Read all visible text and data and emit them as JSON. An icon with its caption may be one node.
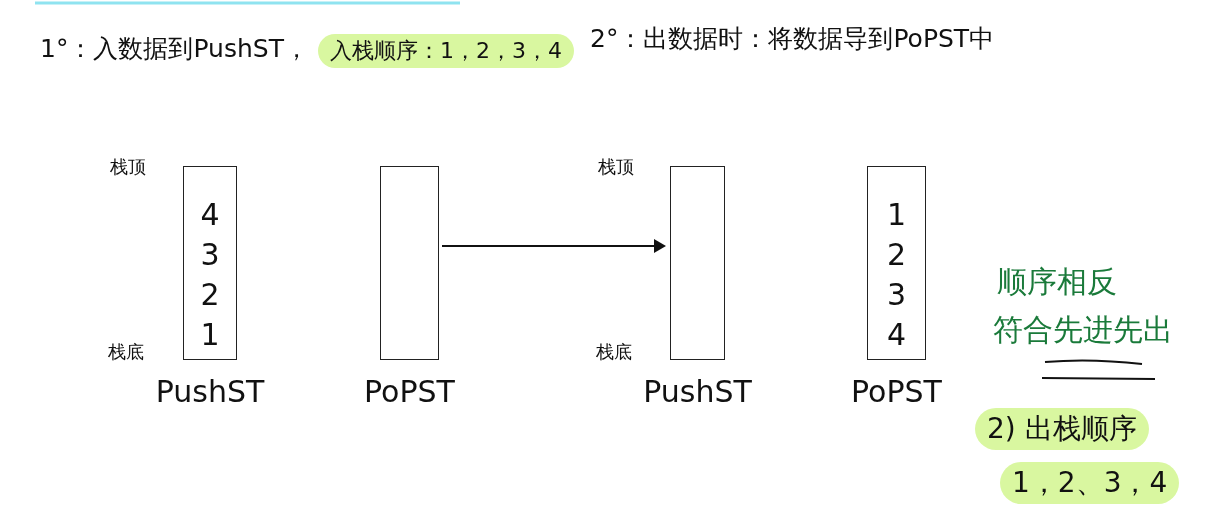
{
  "diagram": {
    "nodes": [
      {
        "text": [
          "4",
          "3",
          "2",
          "1"
        ],
        "beside": [
          "PushST"
        ]
      },
      {
        "text": [],
        "shape": "box",
        "beside": [
          "PoPST"
        ]
      },
      {
        "text": [],
        "shape": "box",
        "beside": [
          "PushST"
        ]
      },
      {
        "text": [
          "1",
          "2",
          "3",
          "4"
        ],
        "beside": [
          "PoPST"
        ]
      }
    ],
    "edges": [
      {
        "from": 1,
        "to": 2,
        "arrow": "to"
      }
    ],
    "labels": [
      "1°：入数据到PushST，",
      "入栈顺序：1，2，3，4",
      "2°：出数据时：将数据导到PoPST中",
      "栈顶",
      "栈底",
      "栈顶",
      "栈底",
      "顺序相反",
      "符合先进先出",
      "2) 出栈顺序",
      "1，2、3，4"
    ]
  }
}
